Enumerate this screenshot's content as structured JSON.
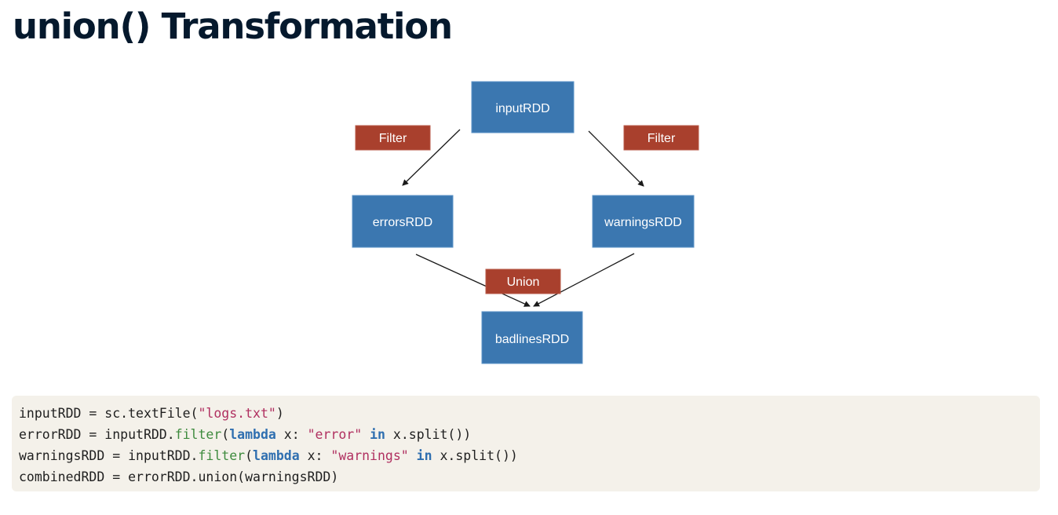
{
  "slide": {
    "title": "union() Transformation"
  },
  "diagram": {
    "nodes": {
      "input": "inputRDD",
      "errors": "errorsRDD",
      "warnings": "warningsRDD",
      "badlines": "badlinesRDD"
    },
    "operations": {
      "filter_left": "Filter",
      "filter_right": "Filter",
      "union": "Union"
    },
    "colors": {
      "node_fill": "#3b77b0",
      "operation_fill": "#a9402d",
      "title_color": "#05192d",
      "code_background": "#f4f1ea"
    }
  },
  "code": {
    "language": "python",
    "lines": [
      [
        {
          "t": "inputRDD = sc.textFile(",
          "c": "plain"
        },
        {
          "t": "\"logs.txt\"",
          "c": "str"
        },
        {
          "t": ")",
          "c": "plain"
        }
      ],
      [
        {
          "t": "errorRDD = inputRDD.",
          "c": "plain"
        },
        {
          "t": "filter",
          "c": "fn"
        },
        {
          "t": "(",
          "c": "plain"
        },
        {
          "t": "lambda",
          "c": "kw"
        },
        {
          "t": " x: ",
          "c": "plain"
        },
        {
          "t": "\"error\"",
          "c": "str"
        },
        {
          "t": " ",
          "c": "plain"
        },
        {
          "t": "in",
          "c": "kw"
        },
        {
          "t": " x.split())",
          "c": "plain"
        }
      ],
      [
        {
          "t": "warningsRDD = inputRDD.",
          "c": "plain"
        },
        {
          "t": "filter",
          "c": "fn"
        },
        {
          "t": "(",
          "c": "plain"
        },
        {
          "t": "lambda",
          "c": "kw"
        },
        {
          "t": " x: ",
          "c": "plain"
        },
        {
          "t": "\"warnings\"",
          "c": "str"
        },
        {
          "t": " ",
          "c": "plain"
        },
        {
          "t": "in",
          "c": "kw"
        },
        {
          "t": " x.split())",
          "c": "plain"
        }
      ],
      [
        {
          "t": "combinedRDD = errorRDD.union(warningsRDD)",
          "c": "plain"
        }
      ]
    ]
  }
}
